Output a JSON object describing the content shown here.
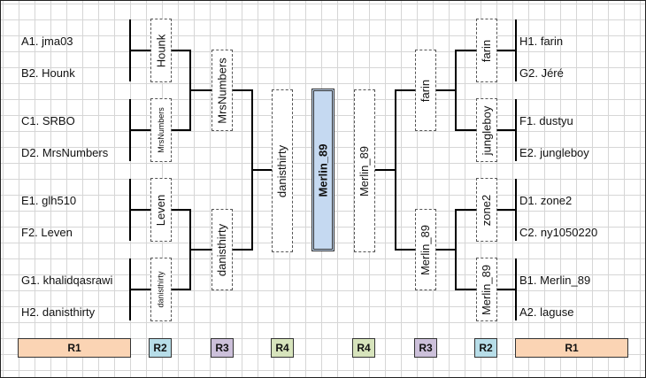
{
  "left_entrants": [
    "A1. jma03",
    "B2. Hounk",
    "C1. SRBO",
    "D2. MrsNumbers",
    "E1. glh510",
    "F2. Leven",
    "G1. khalidqasrawi",
    "H2. danisthirty"
  ],
  "right_entrants": [
    "H1. farin",
    "G2. Jéré",
    "F1. dustyu",
    "E2. jungleboy",
    "D1. zone2",
    "C2. ny1050220",
    "B1. Merlin_89",
    "A2. laguse"
  ],
  "left_r2": [
    "Hounk",
    "MrsNumbers",
    "Leven",
    "danisthirty"
  ],
  "left_r3": [
    "MrsNumbers",
    "danisthirty"
  ],
  "left_r4": "danisthirty",
  "champion": "Merlin_89",
  "right_r4": "Merlin_89",
  "right_r3": [
    "farin",
    "Merlin_89"
  ],
  "right_r2": [
    "farin",
    "jungleboy",
    "zone2",
    "Merlin_89"
  ],
  "round_labels": [
    "R1",
    "R2",
    "R3",
    "R4",
    "R4",
    "R3",
    "R2",
    "R1"
  ],
  "colors": {
    "r1": "#fbd4b4",
    "r2": "#b7dde8",
    "r3": "#ccc0da",
    "r4": "#d7e4bc",
    "champion": "#c5d9f1"
  }
}
